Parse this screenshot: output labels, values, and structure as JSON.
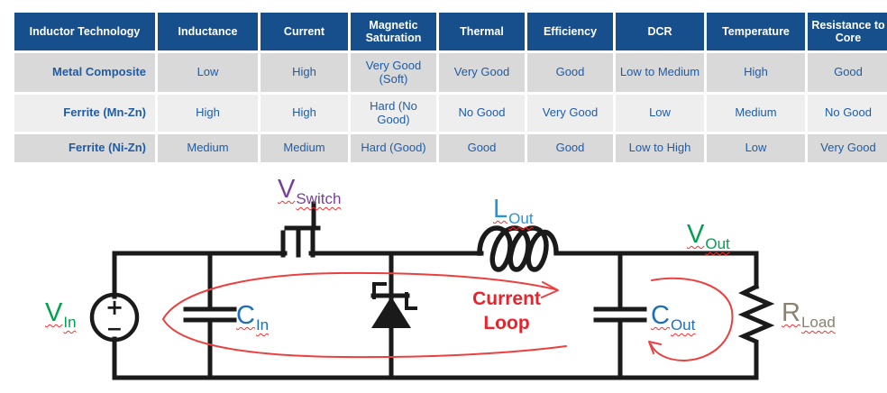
{
  "table": {
    "headers": [
      "Inductor Technology",
      "Inductance",
      "Current",
      "Magnetic Saturation",
      "Thermal",
      "Efficiency",
      "DCR",
      "Temperature",
      "Resistance to Core"
    ],
    "rows": [
      {
        "label": "Metal Composite",
        "values": [
          "Low",
          "High",
          "Very Good (Soft)",
          "Very Good",
          "Good",
          "Low to Medium",
          "High",
          "Good"
        ]
      },
      {
        "label": "Ferrite (Mn-Zn)",
        "values": [
          "High",
          "High",
          "Hard (No Good)",
          "No Good",
          "Very Good",
          "Low",
          "Medium",
          "No Good"
        ]
      },
      {
        "label": "Ferrite (Ni-Zn)",
        "values": [
          "Medium",
          "Medium",
          "Hard (Good)",
          "Good",
          "Good",
          "Low to High",
          "Low",
          "Very Good"
        ]
      }
    ]
  },
  "circuit": {
    "labels": {
      "v_in": {
        "main": "V",
        "sub": "In",
        "color": "#00A14F"
      },
      "v_switch": {
        "main": "V",
        "sub": "Switch",
        "color": "#7B3E98"
      },
      "c_in": {
        "main": "C",
        "sub": "In",
        "color": "#1B6FBF"
      },
      "l_out": {
        "main": "L",
        "sub": "Out",
        "color": "#2396DB"
      },
      "v_out": {
        "main": "V",
        "sub": "Out",
        "color": "#00A14F"
      },
      "c_out": {
        "main": "C",
        "sub": "Out",
        "color": "#1B6FBF"
      },
      "r_load": {
        "main": "R",
        "sub": "Load",
        "color": "#8A8270"
      }
    },
    "current_loop_label": "Current\nLoop",
    "source_plus": "+",
    "source_minus": "−",
    "colors": {
      "wire_black": "#1A1A1A",
      "loop_red": "#EC4040",
      "annotation_red": "#E8232B",
      "squiggle_red": "#FF2B2B"
    }
  },
  "colors": {
    "header_bg": "#164F8C",
    "header_text": "#FFFFFF",
    "row_gray": "#D9D9D9",
    "row_light": "#EFEEEE",
    "cell_text": "#1F5CA8"
  }
}
